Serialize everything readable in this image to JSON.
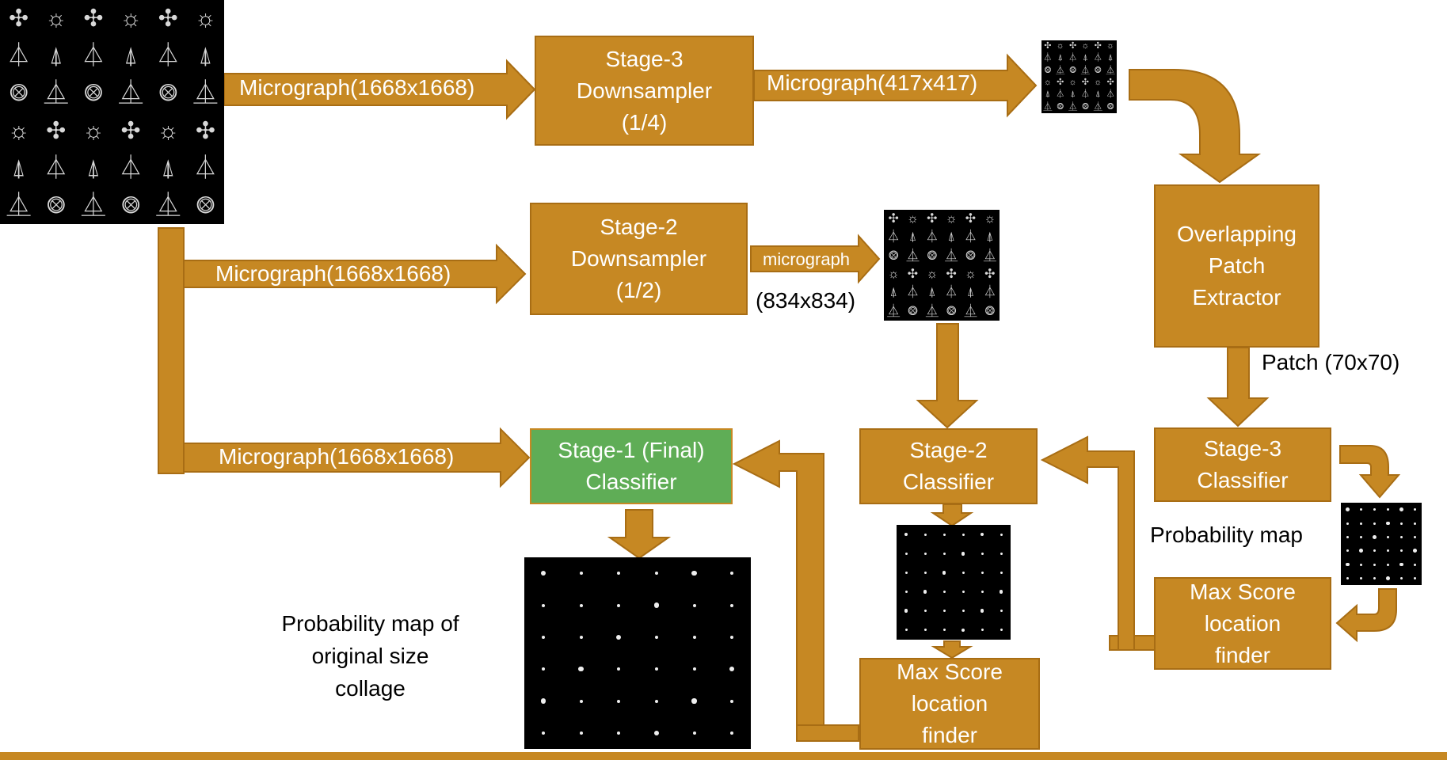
{
  "colors": {
    "process": "#c68823",
    "process_border": "#a86d14",
    "final_classifier": "#5fad56",
    "image_background": "#000000",
    "caption_text": "#000000",
    "label_text": "#ffffff"
  },
  "nodes": {
    "stage3_downsampler": [
      "Stage-3",
      "Downsampler",
      "(1/4)"
    ],
    "stage2_downsampler": [
      "Stage-2",
      "Downsampler",
      "(1/2)"
    ],
    "patch_extractor": [
      "Overlapping",
      "Patch",
      "Extractor"
    ],
    "stage3_classifier": [
      "Stage-3",
      "Classifier"
    ],
    "stage2_classifier": [
      "Stage-2",
      "Classifier"
    ],
    "stage1_classifier": [
      "Stage-1 (Final)",
      "Classifier"
    ],
    "max_score_stage3": [
      "Max Score",
      "location",
      "finder"
    ],
    "max_score_stage2": [
      "Max Score",
      "location",
      "finder"
    ]
  },
  "edges": {
    "to_stage3_downsampler": "Micrograph(1668x1668)",
    "stage3_output": "Micrograph(417x417)",
    "to_stage2_downsampler": "Micrograph(1668x1668)",
    "stage2_output": "micrograph",
    "stage2_output_size": "(834x834)",
    "to_stage1_classifier": "Micrograph(1668x1668)",
    "patch_output": "Patch (70x70)"
  },
  "captions": {
    "probability_map": "Probability map",
    "final_map": [
      "Probability map of",
      "original size",
      "collage"
    ]
  },
  "images": {
    "input_micrograph": "particle micrograph (6x6 collage)",
    "micrograph_417": "downsampled micrograph 417x417",
    "micrograph_834": "downsampled micrograph 834x834",
    "stage3_probability_map": "stage-3 probability map",
    "stage2_probability_map": "stage-2 probability map",
    "final_probability_map": "final probability map"
  },
  "icons": {
    "particle_glyphs": [
      "✣",
      "⏅",
      "⍋",
      "☼",
      "⨷",
      "⏃"
    ]
  }
}
